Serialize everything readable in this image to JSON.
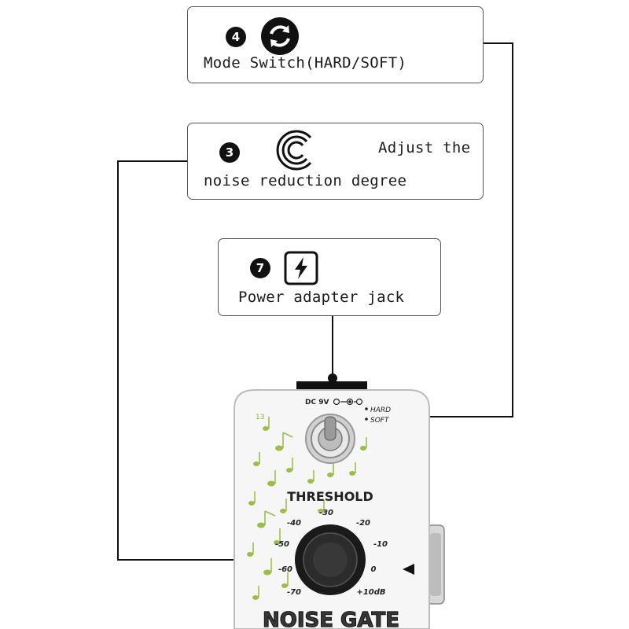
{
  "callouts": {
    "mode": {
      "number": "4",
      "icon": "refresh-icon",
      "text": "Mode Switch(HARD/SOFT)"
    },
    "threshold": {
      "number": "3",
      "icon": "knob-c-icon",
      "text_right": "Adjust the",
      "text_bottom": "noise reduction degree"
    },
    "power": {
      "number": "7",
      "icon": "lightning-icon",
      "text": "Power adapter jack"
    }
  },
  "pedal": {
    "dc_label": "DC 9V",
    "switch_labels": [
      "HARD",
      "SOFT"
    ],
    "knob_label": "THRESHOLD",
    "scale": [
      "-30",
      "-20",
      "-10",
      "0",
      "+10dB",
      "-40",
      "-50",
      "-60",
      "-70"
    ],
    "name": "NOISE GATE",
    "corner_mark": "13",
    "accent_color": "#8bb52a"
  }
}
